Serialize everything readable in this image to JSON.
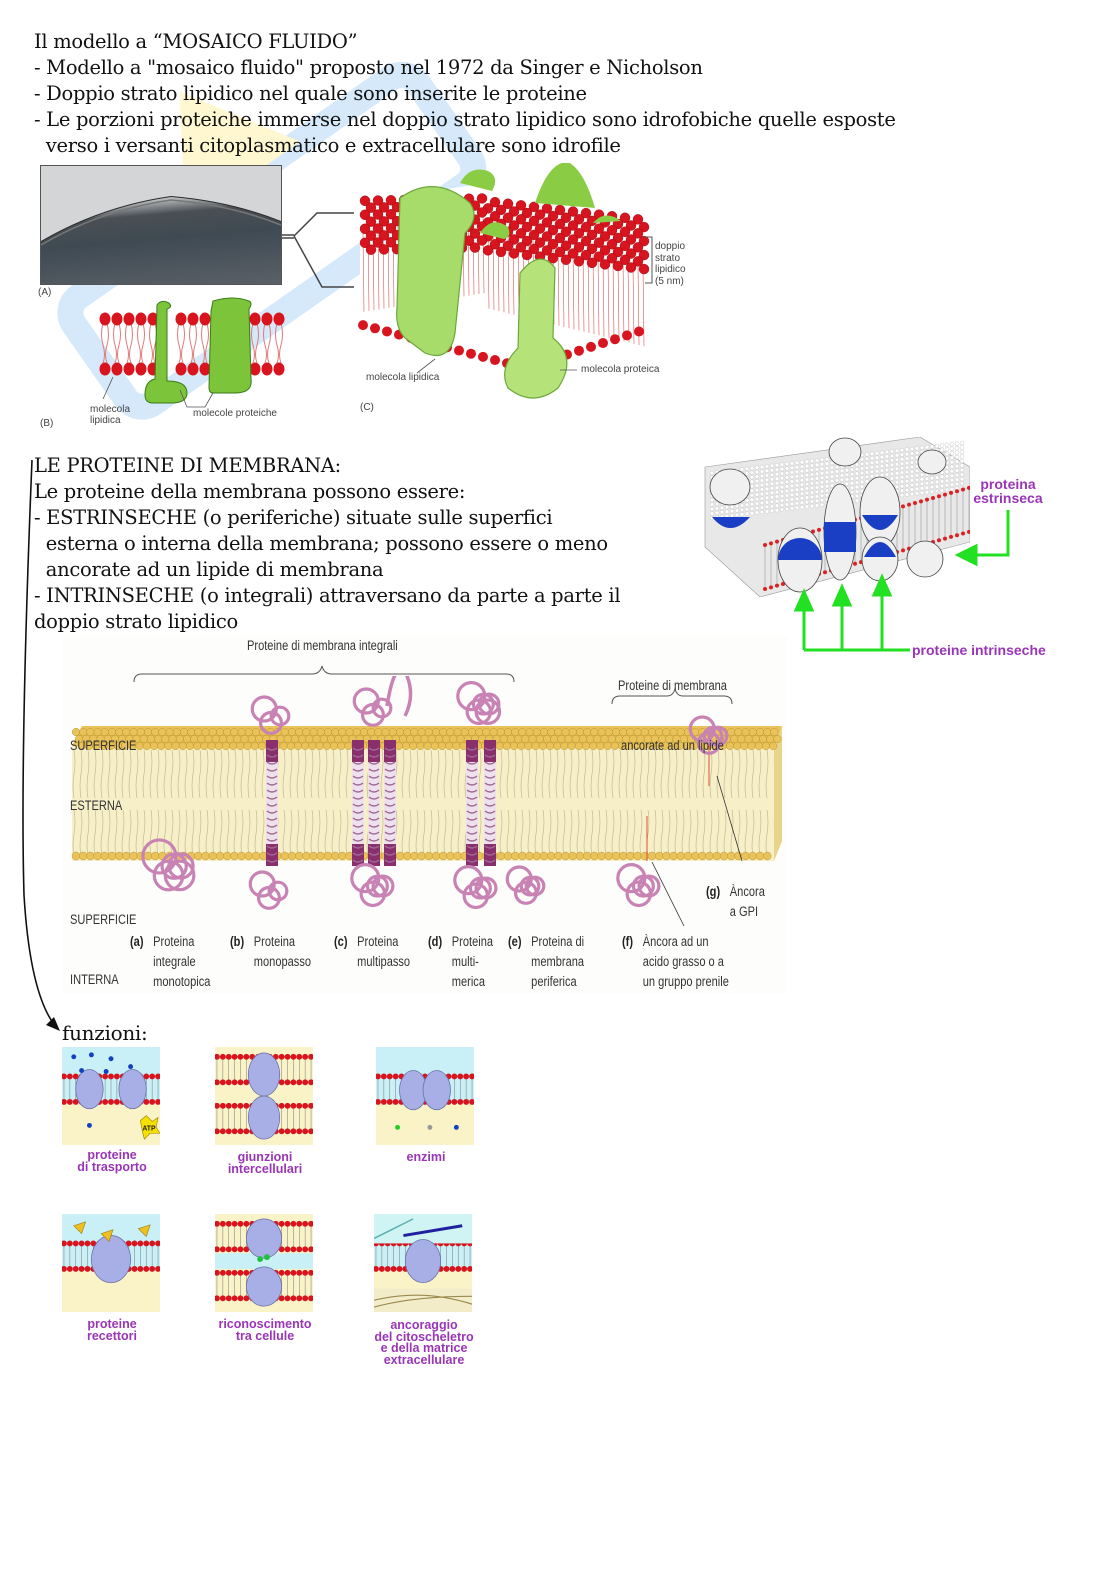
{
  "section1": {
    "title": "Il modello a “MOSAICO FLUIDO”",
    "bullets": [
      "- Modello a \"mosaico fluido\" proposto nel 1972 da Singer e Nicholson",
      "- Doppio strato lipidico nel quale sono inserite le proteine",
      "- Le porzioni proteiche immerse nel doppio strato lipidico sono idrofobiche quelle esposte",
      "  verso i versanti citoplasmatico e extracellulare sono idrofile"
    ]
  },
  "figure1": {
    "panel_a_label": "(A)",
    "panel_b_label": "(B)",
    "panel_c_label": "(C)",
    "b_lipid_label": [
      "molecola",
      "lipidica"
    ],
    "b_protein_label": "molecole proteiche",
    "c_lipid_label": "molecola lipidica",
    "c_protein_label": "molecola proteica",
    "c_bilayer_label": [
      "doppio",
      "strato",
      "lipidico",
      "(5 nm)"
    ],
    "colors": {
      "lipid_head": "#d8141e",
      "protein": "#7cc43a",
      "tail": "#e07a7a"
    }
  },
  "section2": {
    "title": "LE PROTEINE DI MEMBRANA:",
    "lines": [
      "Le proteine della membrana possono essere:",
      "- ESTRINSECHE (o periferiche) situate sulle superfici",
      "  esterna o interna della membrana; possono essere o meno",
      "  ancorate ad un lipide di membrana",
      "- INTRINSECHE (o integrali) attraversano da parte a parte il",
      "doppio strato lipidico"
    ]
  },
  "figure2": {
    "extrinsic_label": [
      "proteina",
      "estrinseca"
    ],
    "intrinsic_label": "proteine intrinseche",
    "colors": {
      "arrow": "#22e022",
      "label": "#9a35b6",
      "protein_band": "#1a3fc4"
    }
  },
  "figure3": {
    "group_integral": "Proteine di membrana integrali",
    "group_lipid_anchored": [
      "Proteine di membrana",
      "ancorate ad un lipide"
    ],
    "outer_surface": [
      "SUPERFICIE",
      "ESTERNA"
    ],
    "inner_surface": [
      "SUPERFICIE",
      "INTERNA"
    ],
    "types": [
      {
        "letter": "(a)",
        "lines": [
          "Proteina",
          "integrale",
          "monotopica"
        ]
      },
      {
        "letter": "(b)",
        "lines": [
          "Proteina",
          "monopasso"
        ]
      },
      {
        "letter": "(c)",
        "lines": [
          "Proteina",
          "multipasso"
        ]
      },
      {
        "letter": "(d)",
        "lines": [
          "Proteina",
          "multi-",
          "merica"
        ]
      },
      {
        "letter": "(e)",
        "lines": [
          "Proteina di",
          "membrana",
          "periferica"
        ]
      },
      {
        "letter": "(f)",
        "lines": [
          "Àncora ad un",
          "acido grasso o a",
          "un gruppo prenile"
        ]
      },
      {
        "letter": "(g)",
        "lines": [
          "Àncora",
          "a GPI"
        ]
      }
    ],
    "colors": {
      "head": "#e9c25a",
      "core": "#f6efc8",
      "protein": "#c883b4",
      "helix_dark": "#8a2f6e"
    }
  },
  "functions": {
    "title": "funzioni:",
    "items": [
      {
        "caption": [
          "proteine",
          "di trasporto"
        ],
        "badge": "ATP"
      },
      {
        "caption": [
          "giunzioni",
          "intercellulari"
        ]
      },
      {
        "caption": [
          "enzimi"
        ]
      },
      {
        "caption": [
          "proteine",
          "recettori"
        ]
      },
      {
        "caption": [
          "riconoscimento",
          "tra cellule"
        ]
      },
      {
        "caption": [
          "ancoraggio",
          "del citoscheletro",
          "e della matrice",
          "extracellulare"
        ]
      }
    ],
    "colors": {
      "protein": "#a8aee6",
      "outside": "#c8f0f6",
      "inside": "#faf3c8",
      "head": "#d8141e"
    }
  }
}
